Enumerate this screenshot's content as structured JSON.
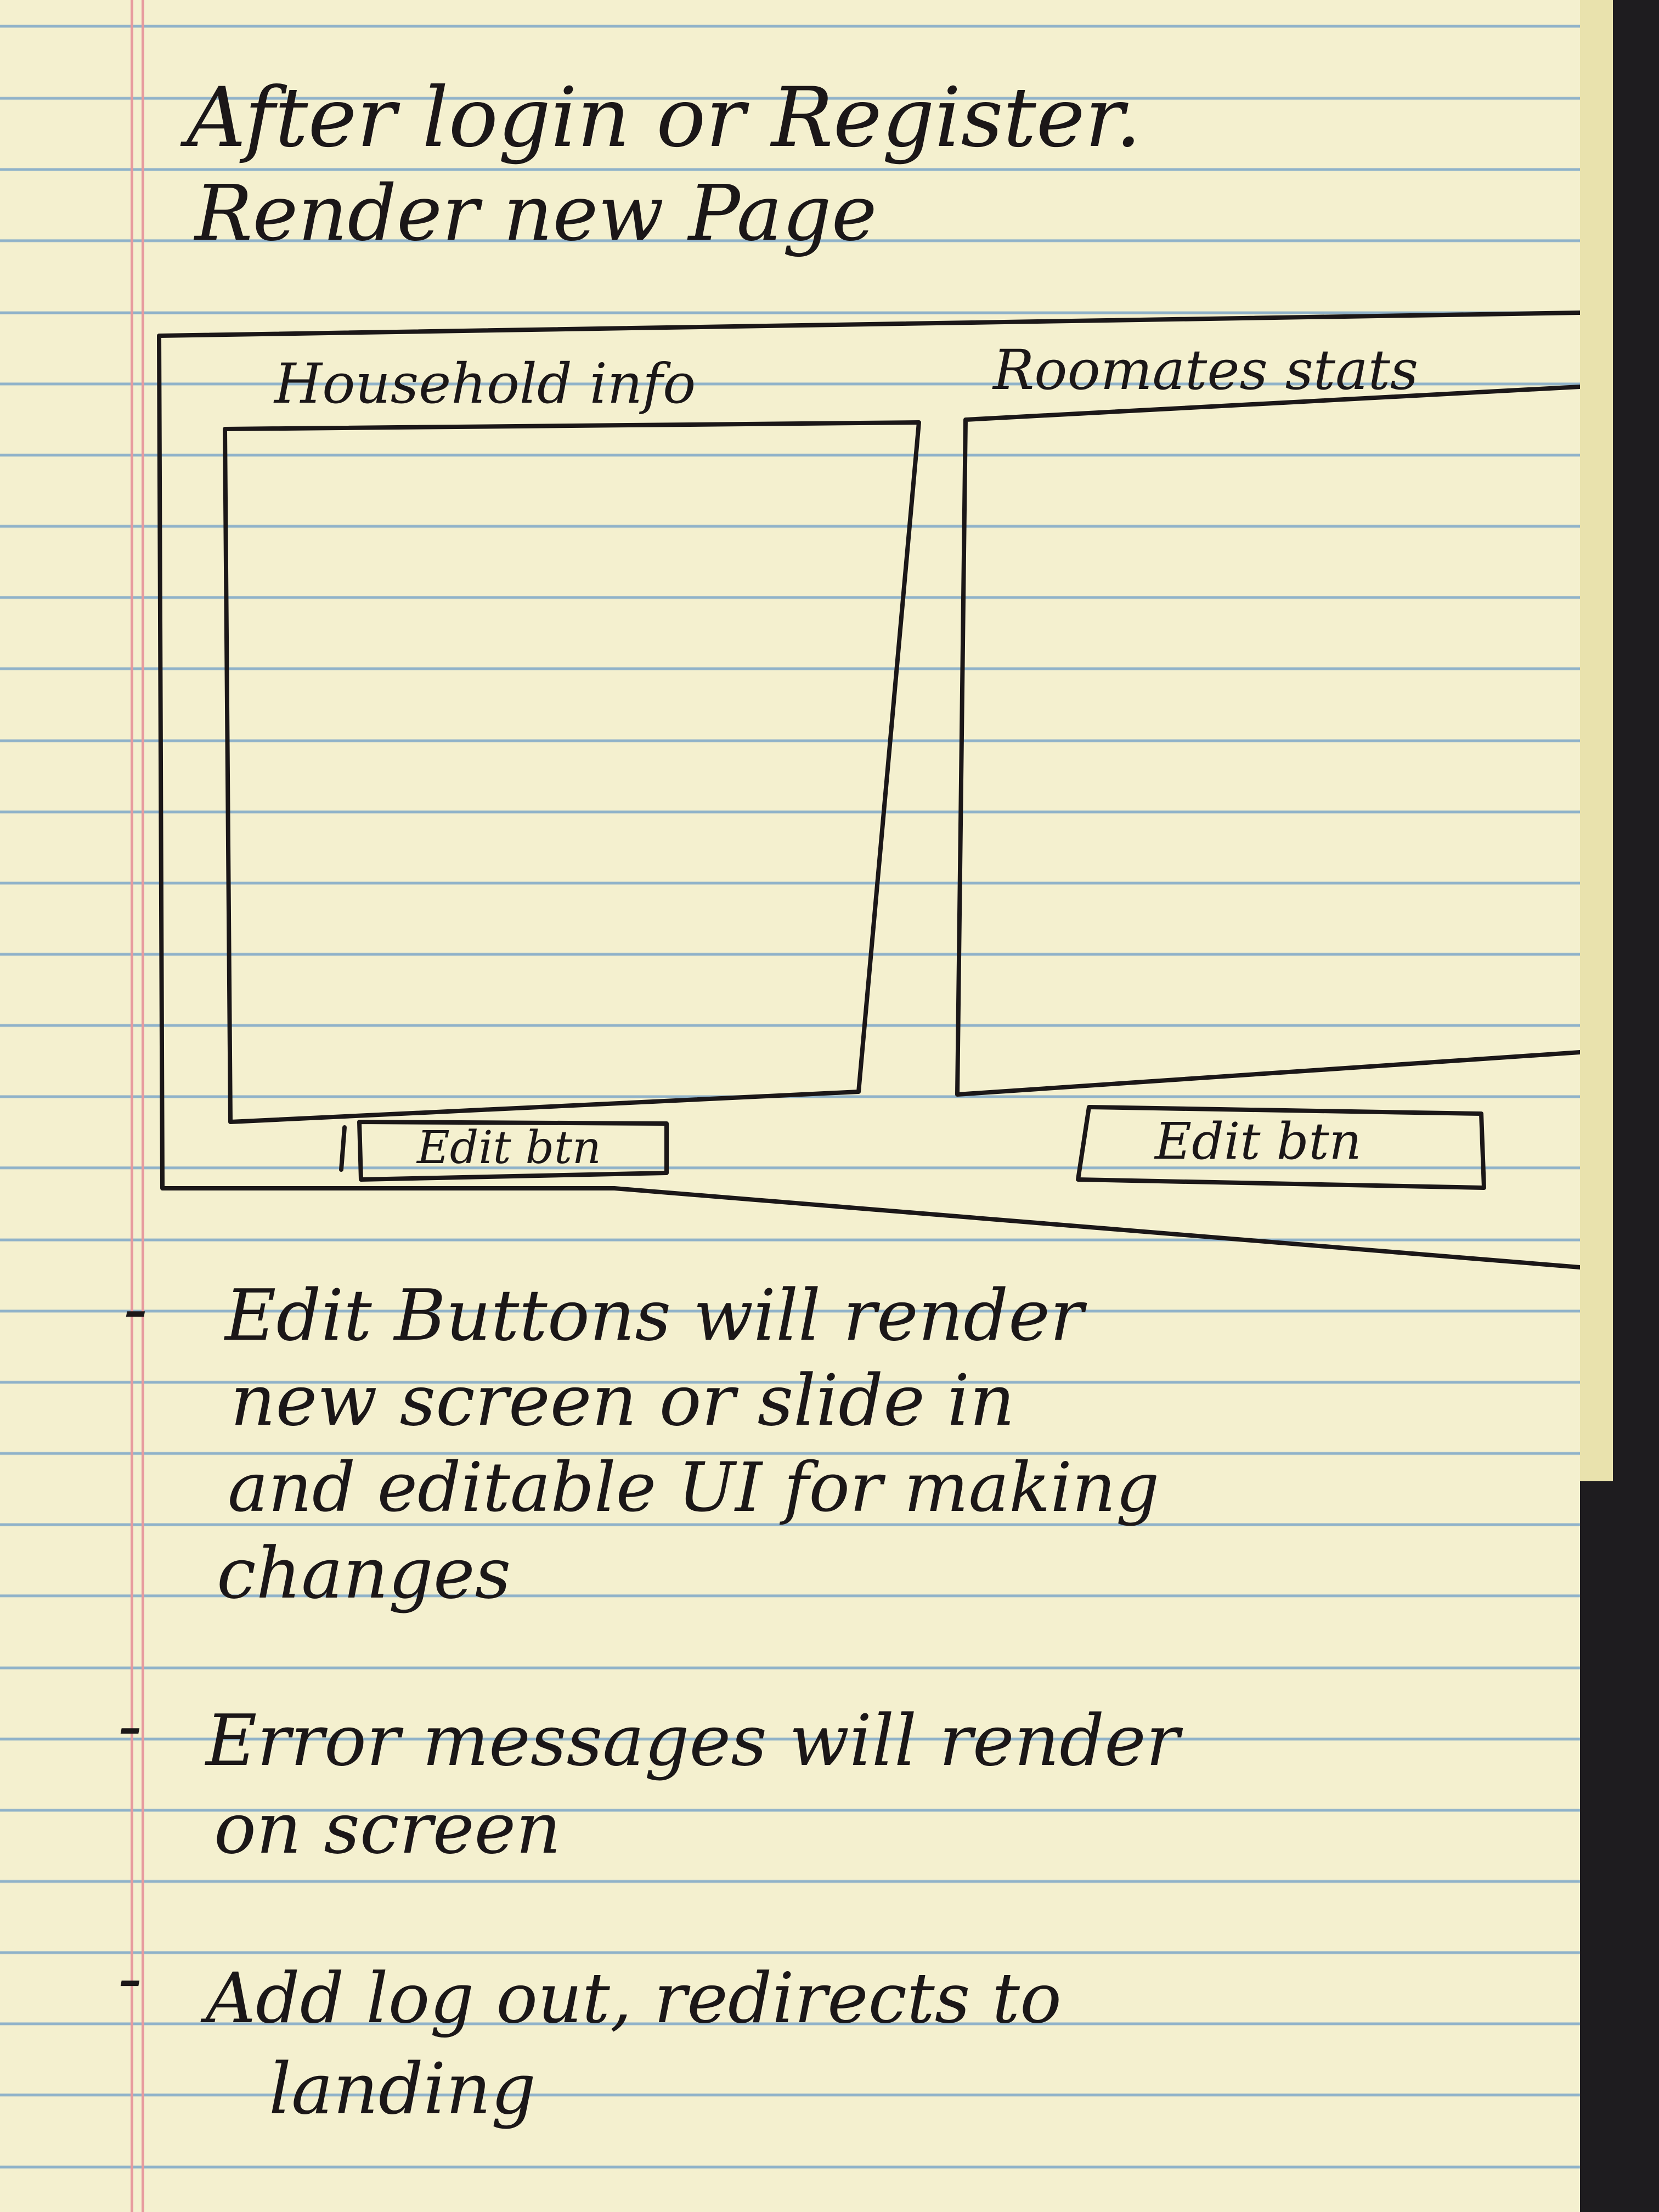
{
  "heading": {
    "line1": "After login or Register.",
    "line2": "Render new Page"
  },
  "wireframe": {
    "household_panel": {
      "title": "Household info",
      "button_label": "Edit btn",
      "button_suffix": "btn"
    },
    "roommates_panel": {
      "title": "Roomates stats",
      "button_label": "Edit btn"
    }
  },
  "notes": [
    {
      "dash": "-",
      "lines": [
        "Edit Buttons will render",
        "new screen or slide in",
        "and editable UI for making",
        "changes"
      ]
    },
    {
      "dash": "-",
      "lines": [
        "Error messages will render",
        "on screen"
      ]
    },
    {
      "dash": "-",
      "lines": [
        "Add log out, redirects to",
        "landing"
      ]
    }
  ],
  "colors": {
    "paper": "#f4f0cf",
    "rule_lines": "#8fb2c9",
    "margin": "#e79a9e",
    "ink": "#1b1718",
    "background": "#1e1c1f"
  }
}
